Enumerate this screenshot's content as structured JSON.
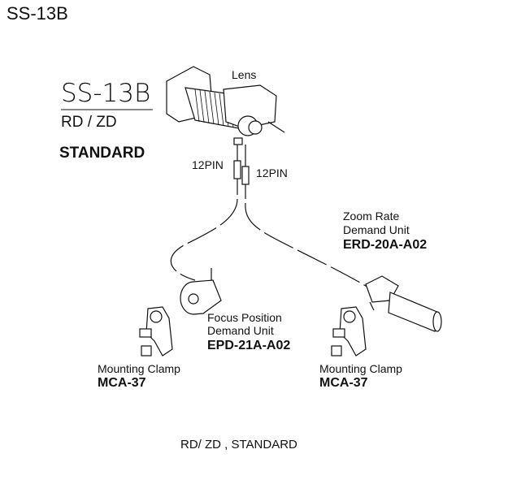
{
  "page_title": "SS-13B",
  "system": {
    "name": "SS-13B",
    "variant": "RD / ZD",
    "type": "STANDARD"
  },
  "lens": {
    "label": "Lens"
  },
  "connectors": [
    "12PIN",
    "12PIN"
  ],
  "zoom_unit": {
    "line1": "Zoom Rate",
    "line2": "Demand Unit",
    "model": "ERD-20A-A02"
  },
  "focus_unit": {
    "line1": "Focus Position",
    "line2": "Demand Unit",
    "model": "EPD-21A-A02"
  },
  "clamp_left": {
    "label": "Mounting Clamp",
    "model": "MCA-37"
  },
  "clamp_right": {
    "label": "Mounting Clamp",
    "model": "MCA-37"
  },
  "caption": "RD/ ZD , STANDARD"
}
